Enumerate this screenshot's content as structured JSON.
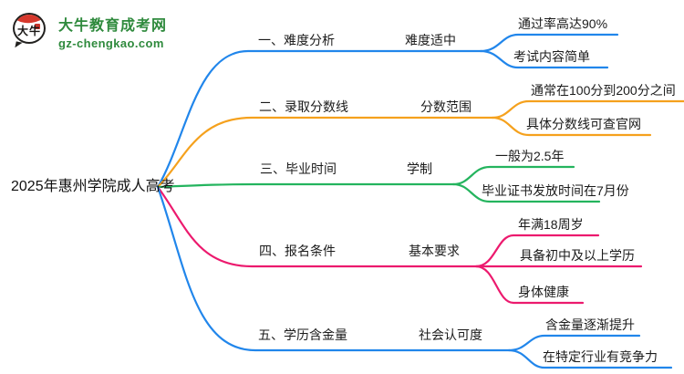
{
  "logo": {
    "icon_text": "大牛",
    "site_name": "大牛教育成考网",
    "site_url": "gz-chengkao.com",
    "brand_green": "#2f8a3d",
    "seal_red": "#d6382c"
  },
  "root": {
    "label": "2025年惠州学院成人高考"
  },
  "branches": [
    {
      "label": "一、难度分析",
      "sub": "难度适中",
      "color": "#2186eb",
      "leaves": [
        "通过率高达90%",
        "考试内容简单"
      ]
    },
    {
      "label": "二、录取分数线",
      "sub": "分数范围",
      "color": "#f5a11d",
      "leaves": [
        "通常在100分到200分之间",
        "具体分数线可查官网"
      ]
    },
    {
      "label": "三、毕业时间",
      "sub": "学制",
      "color": "#24b45e",
      "leaves": [
        "一般为2.5年",
        "毕业证书发放时间在7月份"
      ]
    },
    {
      "label": "四、报名条件",
      "sub": "基本要求",
      "color": "#ec1a6e",
      "leaves": [
        "年满18周岁",
        "具备初中及以上学历",
        "身体健康"
      ]
    },
    {
      "label": "五、学历含金量",
      "sub": "社会认可度",
      "color": "#2186eb",
      "leaves": [
        "含金量逐渐提升",
        "在特定行业有竞争力"
      ]
    }
  ]
}
